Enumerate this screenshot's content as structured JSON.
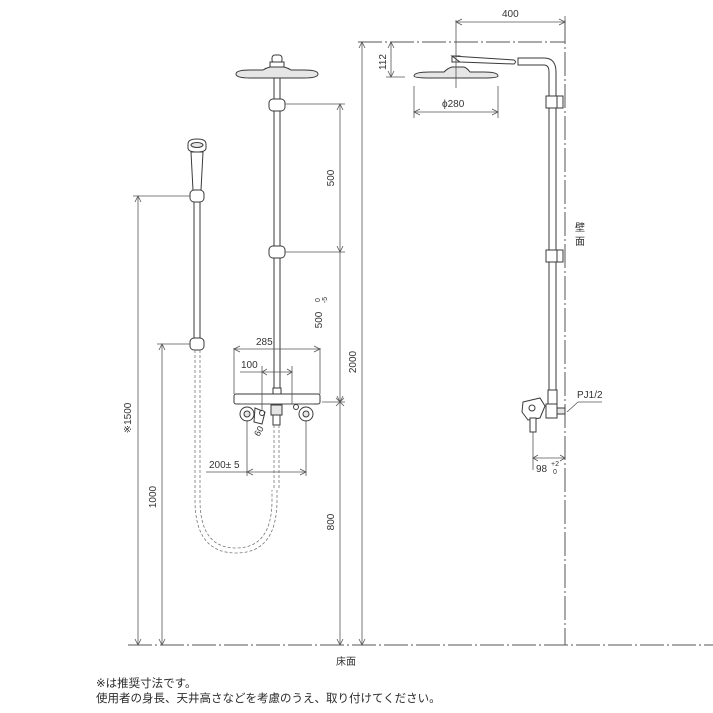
{
  "drawing": {
    "title": "Shower column installation dimension drawing",
    "front_view": {
      "dimensions": {
        "upper_pipe_length": "500",
        "middle_pipe_length": "500",
        "middle_pipe_tolerance_upper": "0",
        "middle_pipe_tolerance_lower": "-5",
        "total_height": "2000",
        "faucet_height": "800",
        "hand_shower_holder_height": "※1500",
        "lower_holder_height": "1000",
        "faucet_body_width": "285",
        "handle_spacing": "100",
        "pipe_spacing": "200± 5",
        "angle_mark": "60"
      }
    },
    "side_view": {
      "dimensions": {
        "arm_projection": "400",
        "head_drop": "112",
        "head_diameter": "ϕ280",
        "wall_offset": "98",
        "wall_offset_tolerance_upper": "+2",
        "wall_offset_tolerance_lower": "0",
        "pipe_thread": "PJ1/2"
      },
      "labels": {
        "wall_char_1": "壁",
        "wall_char_2": "面"
      }
    },
    "floor_label": "床面",
    "notes": [
      "※は推奨寸法です。",
      "使用者の身長、天井高さなどを考慮のうえ、取り付けてください。"
    ]
  }
}
